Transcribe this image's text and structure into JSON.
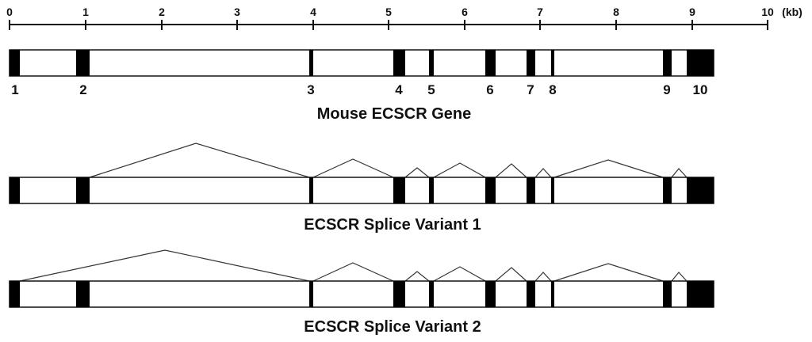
{
  "scale": {
    "unit_label": "(kb)",
    "ticks": [
      "0",
      "1",
      "2",
      "3",
      "4",
      "5",
      "6",
      "7",
      "8",
      "9",
      "10"
    ]
  },
  "exon_labels": [
    "1",
    "2",
    "3",
    "4",
    "5",
    "6",
    "7",
    "8",
    "9",
    "10"
  ],
  "gene": {
    "title": "Mouse ECSCR Gene"
  },
  "variant1": {
    "title": "ECSCR Splice Variant 1"
  },
  "variant2": {
    "title": "ECSCR Splice Variant 2"
  },
  "colors": {
    "line": "#111111",
    "exon_fill": "#000000",
    "intron_fill": "#ffffff"
  }
}
